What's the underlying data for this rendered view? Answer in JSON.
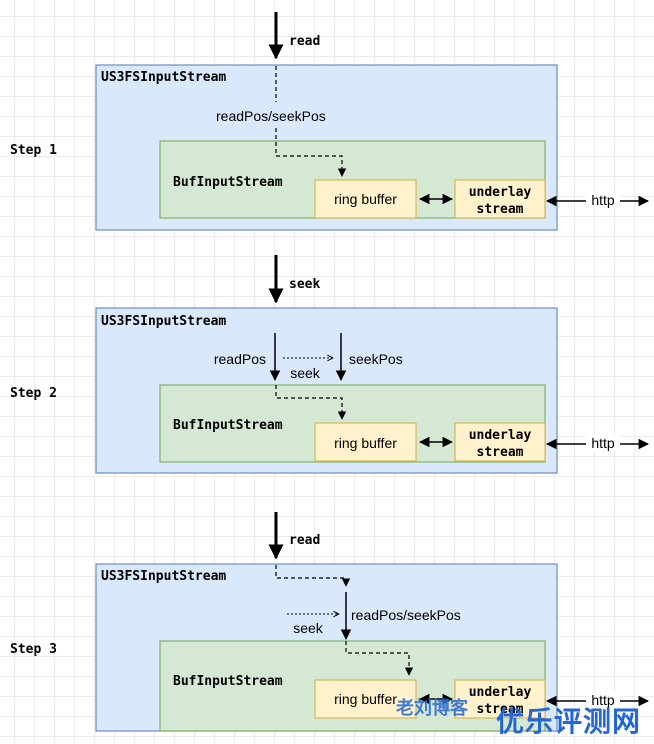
{
  "steps": [
    {
      "label": "Step 1",
      "top_arrow_label": "read",
      "outer_label": "US3FSInputStream",
      "inner_label": "BufInputStream",
      "pointer_label": "readPos/seekPos",
      "ring_buffer": "ring buffer",
      "underlay_line1": "underlay",
      "underlay_line2": "stream",
      "http": "http"
    },
    {
      "label": "Step 2",
      "top_arrow_label": "seek",
      "outer_label": "US3FSInputStream",
      "inner_label": "BufInputStream",
      "read_pos_label": "readPos",
      "seek_pos_label": "seekPos",
      "seek_label": "seek",
      "ring_buffer": "ring buffer",
      "underlay_line1": "underlay",
      "underlay_line2": "stream",
      "http": "http"
    },
    {
      "label": "Step 3",
      "top_arrow_label": "read",
      "outer_label": "US3FSInputStream",
      "inner_label": "BufInputStream",
      "pointer_label": "readPos/seekPos",
      "seek_label": "seek",
      "ring_buffer": "ring buffer",
      "underlay_line1": "underlay",
      "underlay_line2": "stream",
      "http": "http"
    }
  ],
  "watermark": {
    "left_text": "老刘博客",
    "right_text": "优乐评测网"
  },
  "colors": {
    "outer_fill": "#dae8fc",
    "outer_stroke": "#6c8ebf",
    "inner_fill": "#d5e8d4",
    "inner_stroke": "#82b366",
    "buffer_fill": "#fff2cc",
    "buffer_stroke": "#d6b656"
  }
}
